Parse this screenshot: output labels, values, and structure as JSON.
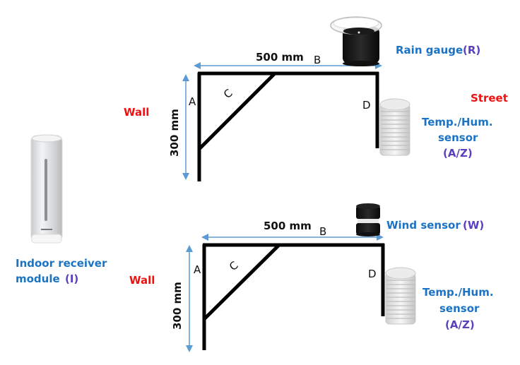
{
  "title": "Weather station mounting diagram",
  "colors": {
    "label_blue": "#1a73c4",
    "code_purple": "#5a3fc0",
    "red": "#ee1111",
    "dimension_arrow": "#5b9bd5",
    "bracket": "#000000"
  },
  "indoor_module": {
    "name": "Indoor receiver",
    "name_line2": "module",
    "code": "(I)"
  },
  "top_assembly": {
    "wall_label": "Wall",
    "street_label": "Street",
    "width_dimension": "500 mm",
    "height_dimension": "300 mm",
    "parts": {
      "a": "A",
      "b": "B",
      "c": "C",
      "d": "D"
    },
    "top_sensor": {
      "name": "Rain gauge",
      "code": "(R)"
    },
    "side_sensor": {
      "line1": "Temp./Hum.",
      "line2": "sensor",
      "code": "(A/Z)"
    }
  },
  "bottom_assembly": {
    "wall_label": "Wall",
    "width_dimension": "500 mm",
    "height_dimension": "300 mm",
    "parts": {
      "a": "A",
      "b": "B",
      "c": "C",
      "d": "D"
    },
    "top_sensor": {
      "name": "Wind sensor",
      "code": "(W)"
    },
    "side_sensor": {
      "line1": "Temp./Hum.",
      "line2": "sensor",
      "code": "(A/Z)"
    }
  }
}
